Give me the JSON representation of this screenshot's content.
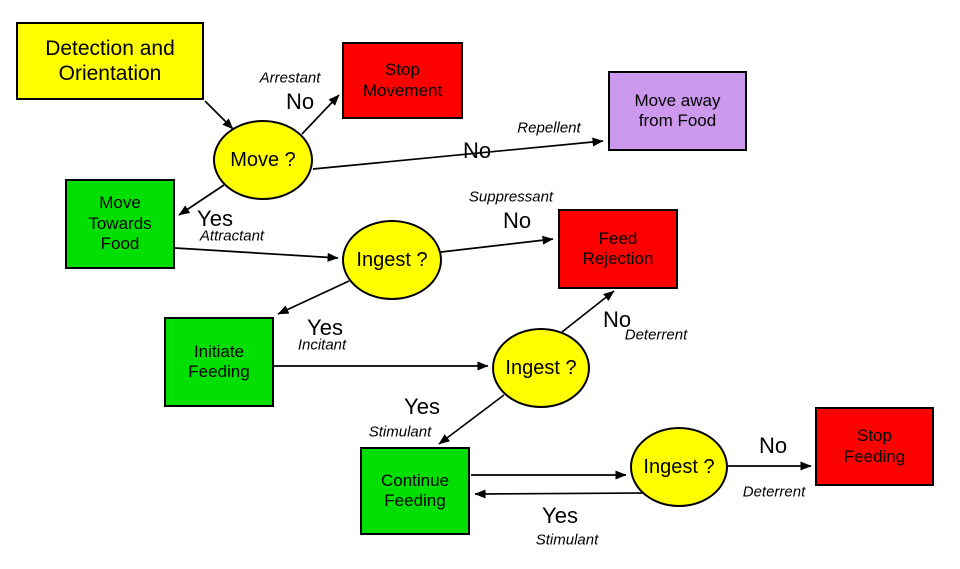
{
  "diagram": {
    "background_color": "#FFFFFF",
    "colors": {
      "start_box": "#FFFF00",
      "decision_ellipse": "#FFFF00",
      "action_box": "#00DF00",
      "stop_box": "#FF0000",
      "move_away_box": "#CC99EE",
      "outline": "#000000",
      "text": "#000000"
    },
    "nodes": {
      "detection": {
        "label": "Detection and Orientation"
      },
      "stop_movement": {
        "label": "Stop Movement"
      },
      "move_away": {
        "label": "Move away from Food"
      },
      "move_towards": {
        "label": "Move Towards Food"
      },
      "feed_rejection": {
        "label": "Feed Rejection"
      },
      "initiate_feeding": {
        "label": "Initiate Feeding"
      },
      "continue_feeding": {
        "label": "Continue Feeding"
      },
      "stop_feeding": {
        "label": "Stop Feeding"
      }
    },
    "decisions": {
      "move": {
        "label": "Move ?"
      },
      "ingest_1": {
        "label": "Ingest ?"
      },
      "ingest_2": {
        "label": "Ingest ?"
      },
      "ingest_3": {
        "label": "Ingest ?"
      }
    },
    "edge_labels": {
      "arrestant": {
        "answer": "No",
        "qualifier": "Arrestant"
      },
      "repellent": {
        "answer": "No",
        "qualifier": "Repellent"
      },
      "attractant": {
        "answer": "Yes",
        "qualifier": "Attractant"
      },
      "suppressant": {
        "answer": "No",
        "qualifier": "Suppressant"
      },
      "incitant": {
        "answer": "Yes",
        "qualifier": "Incitant"
      },
      "deterrent_1": {
        "answer": "No",
        "qualifier": "Deterrent"
      },
      "stimulant_1": {
        "answer": "Yes",
        "qualifier": "Stimulant"
      },
      "deterrent_2": {
        "answer": "No",
        "qualifier": "Deterrent"
      },
      "stimulant_2": {
        "answer": "Yes",
        "qualifier": "Stimulant"
      }
    }
  }
}
